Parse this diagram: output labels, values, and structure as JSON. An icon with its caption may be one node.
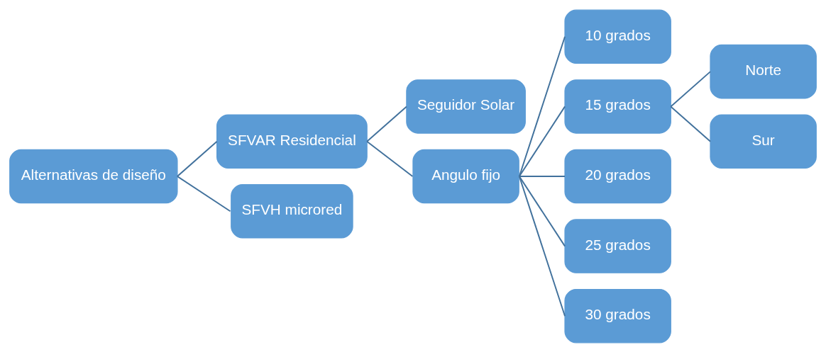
{
  "diagram": {
    "nodes": [
      {
        "text": [
          "Alternativas de diseño"
        ]
      },
      {
        "text": [
          "SFVAR Residencial"
        ]
      },
      {
        "text": [
          "SFVH microred"
        ]
      },
      {
        "text": [
          "Seguidor Solar"
        ]
      },
      {
        "text": [
          "Angulo fijo"
        ]
      },
      {
        "text": [
          "10 grados"
        ]
      },
      {
        "text": [
          "15 grados"
        ]
      },
      {
        "text": [
          "20 grados"
        ]
      },
      {
        "text": [
          "25 grados"
        ]
      },
      {
        "text": [
          "30 grados"
        ]
      },
      {
        "text": [
          "Norte"
        ]
      },
      {
        "text": [
          "Sur"
        ]
      }
    ],
    "edges": [
      {
        "from": 0,
        "to": 1,
        "arrow": "none"
      },
      {
        "from": 0,
        "to": 2,
        "arrow": "none"
      },
      {
        "from": 1,
        "to": 3,
        "arrow": "none"
      },
      {
        "from": 1,
        "to": 4,
        "arrow": "none"
      },
      {
        "from": 4,
        "to": 5,
        "arrow": "none"
      },
      {
        "from": 4,
        "to": 6,
        "arrow": "none"
      },
      {
        "from": 4,
        "to": 7,
        "arrow": "none"
      },
      {
        "from": 4,
        "to": 8,
        "arrow": "none"
      },
      {
        "from": 4,
        "to": 9,
        "arrow": "none"
      },
      {
        "from": 6,
        "to": 10,
        "arrow": "none"
      },
      {
        "from": 6,
        "to": 11,
        "arrow": "none"
      }
    ]
  }
}
